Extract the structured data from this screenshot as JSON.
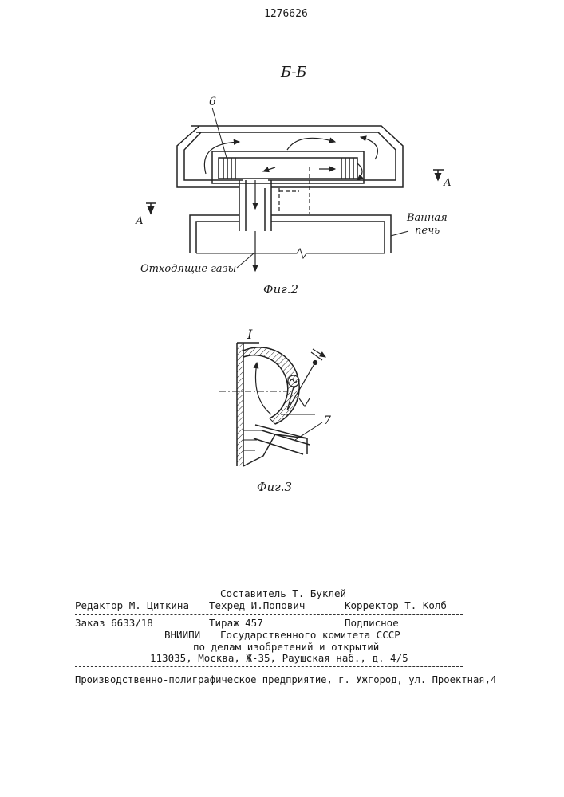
{
  "header": {
    "patent_number": "1276626"
  },
  "figure2": {
    "section_label": "Б-Б",
    "part_label": "6",
    "cut_label_left": "А",
    "cut_label_right": "А",
    "furnace_label_line1": "Ванная",
    "furnace_label_line2": "печь",
    "exhaust_label": "Отходящие газы",
    "caption": "Фиг.2"
  },
  "figure3": {
    "detail_label": "I",
    "part_label": "7",
    "caption": "Фиг.3"
  },
  "colophon": {
    "editor": "Редактор М. Циткина",
    "compiler": "Составитель Т. Буклей",
    "techred": "Техред И.Попович",
    "corrector": "Корректор Т. Колб",
    "order": "Заказ 6633/18",
    "circulation": "Тираж 457",
    "subscription": "Подписное",
    "org_abbr": "ВНИИПИ",
    "org_line1": "Государственного комитета СССР",
    "org_line2": "по делам изобретений и открытий",
    "address": "113035, Москва, Ж-35, Раушская наб., д. 4/5",
    "printer": "Производственно-полиграфическое предприятие, г. Ужгород, ул. Проектная,4"
  }
}
